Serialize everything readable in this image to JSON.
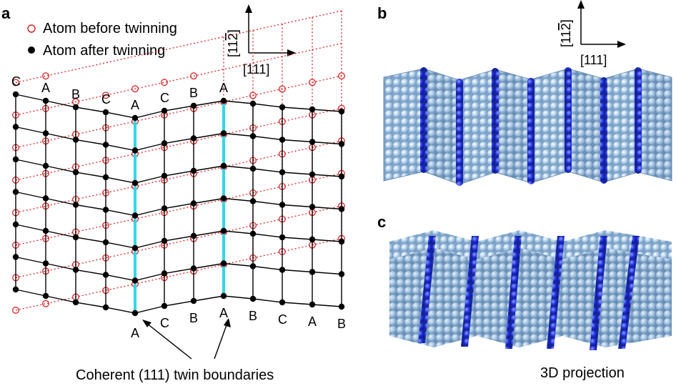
{
  "panel_a": {
    "label": "a",
    "legend": {
      "before": "Atom before twinning",
      "after": "Atom after twinning"
    },
    "axes": {
      "up": "[11̅ 2̅]",
      "up_main": "[11",
      "up_bar": "2",
      "up_close": "]",
      "right": "[111]"
    },
    "top_labels": [
      "C",
      "A",
      "B",
      "C",
      "A",
      "C",
      "B",
      "A"
    ],
    "bottom_labels": [
      "A",
      "C",
      "B",
      "A",
      "B",
      "C",
      "A",
      "B"
    ],
    "caption": "Coherent (111) twin boundaries",
    "colors": {
      "lattice": "#000000",
      "before": "#d62728",
      "boundary": "#33d6e8"
    }
  },
  "panel_b": {
    "label": "b",
    "axes": {
      "up_main": "[11",
      "up_bar": "2",
      "up_close": "]",
      "right": "[111]"
    },
    "colors": {
      "atom": "#a8c8e8",
      "twin_atom": "#1f2fd6"
    }
  },
  "panel_c": {
    "label": "c",
    "caption": "3D projection",
    "colors": {
      "atom": "#a8c8e8",
      "twin_atom": "#1f2fd6"
    }
  }
}
